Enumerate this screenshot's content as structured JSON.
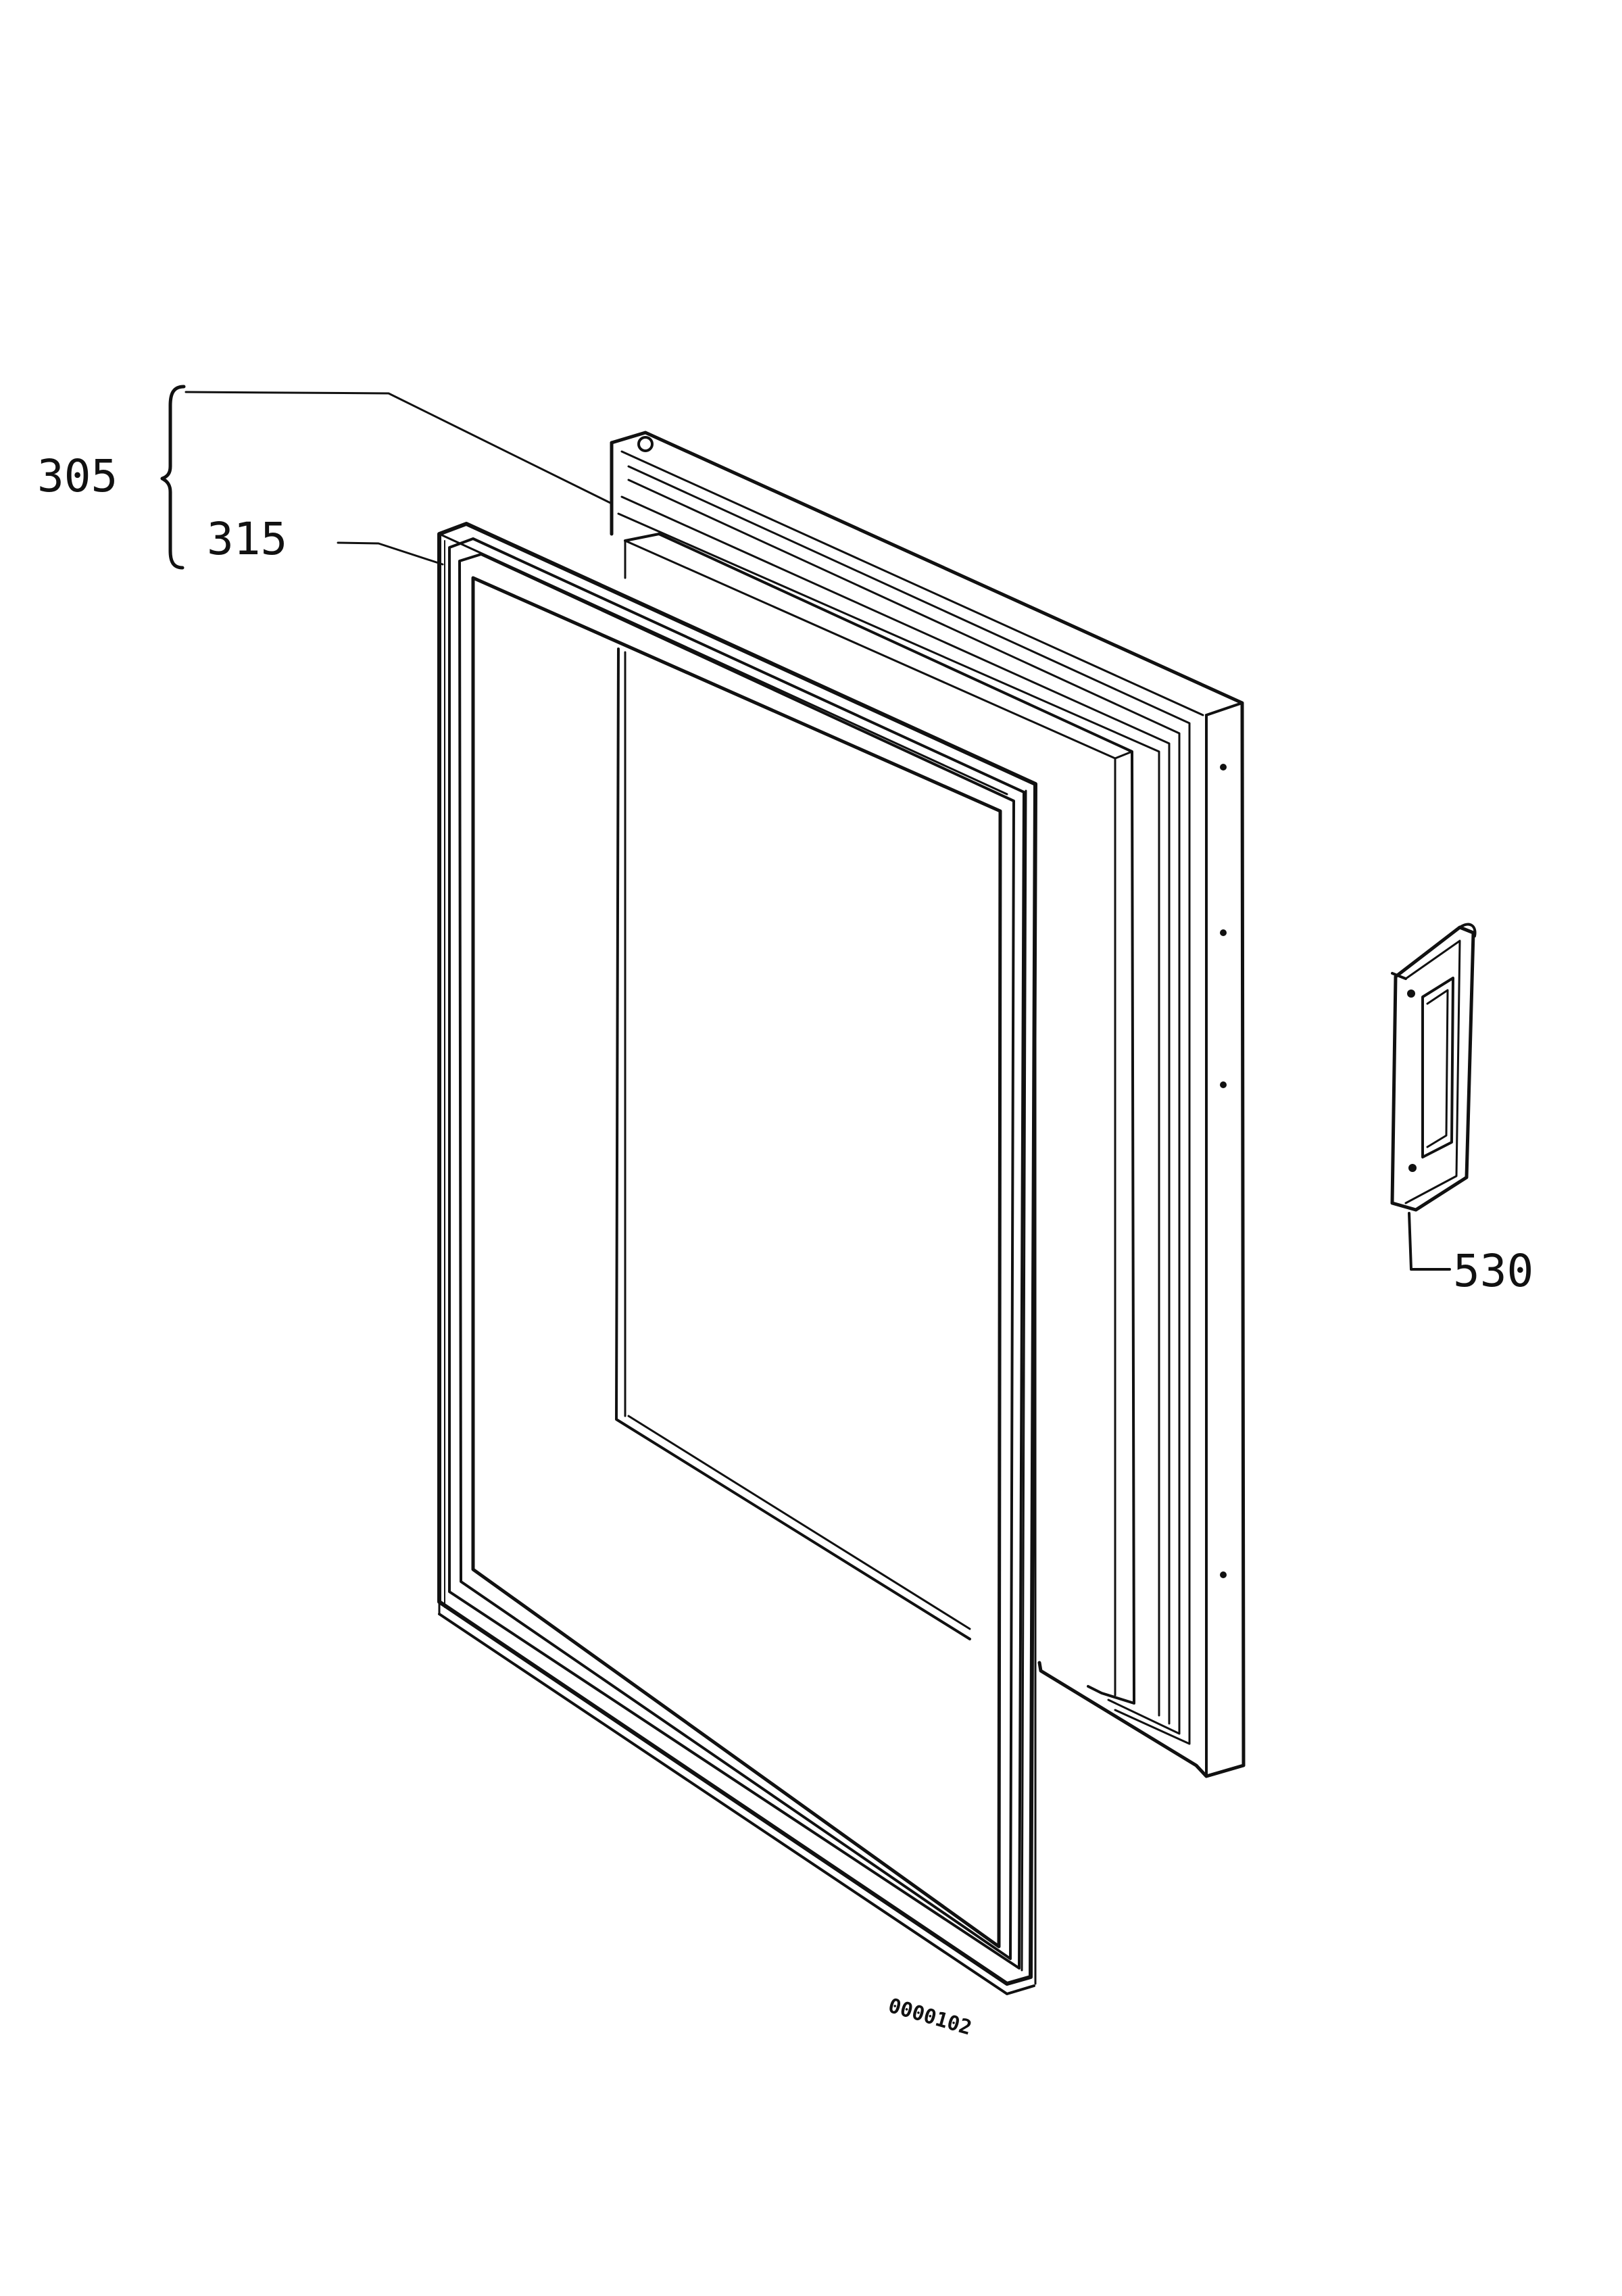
{
  "callouts": {
    "door_assembly": "305",
    "gasket": "315",
    "handle": "530"
  },
  "drawing_code": "0000102",
  "colors": {
    "line": "#111111",
    "background": "#ffffff"
  }
}
